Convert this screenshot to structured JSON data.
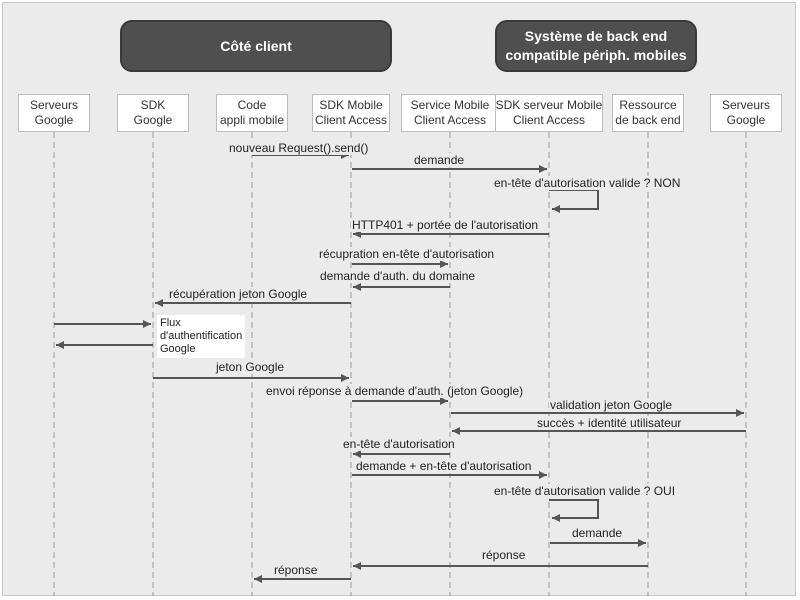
{
  "groups": {
    "client": "Côté client",
    "backend": "Système de back end\ncompatible périph. mobiles"
  },
  "actors": [
    {
      "id": "servers",
      "label": "Serveurs\nGoogle"
    },
    {
      "id": "sdk_google",
      "label": "SDK\nGoogle"
    },
    {
      "id": "app",
      "label": "Code\nappli mobile"
    },
    {
      "id": "sdk_mca",
      "label": "SDK Mobile\nClient Access"
    },
    {
      "id": "svc_mca",
      "label": "Service Mobile\nClient Access"
    },
    {
      "id": "sdk_server",
      "label": "SDK serveur Mobile\nClient Access"
    },
    {
      "id": "resource",
      "label": "Ressource\nde back end"
    },
    {
      "id": "servers2",
      "label": "Serveurs\nGoogle"
    }
  ],
  "messages": [
    {
      "label": "nouveau Request().send()"
    },
    {
      "label": "demande"
    },
    {
      "label": "en-tête d'autorisation valide ? NON"
    },
    {
      "label": "HTTP401 + portée de l'autorisation"
    },
    {
      "label": "récupration en-tête d'autorisation"
    },
    {
      "label": "demande d'auth. du domaine"
    },
    {
      "label": "récupération jeton Google"
    },
    {
      "label": "jeton Google"
    },
    {
      "label": "envoi réponse à demande d'auth. (jeton Google)"
    },
    {
      "label": "validation jeton Google"
    },
    {
      "label": "succès + identité utilisateur"
    },
    {
      "label": "en-tête d'autorisation"
    },
    {
      "label": "demande + en-tête d'autorisation"
    },
    {
      "label": "en-tête d'autorisation valide ? OUI"
    },
    {
      "label": "demande"
    },
    {
      "label": "réponse"
    },
    {
      "label": "réponse"
    }
  ],
  "note": "Flux\nd'authentification\nGoogle",
  "colors": {
    "background": "#ebebeb",
    "group_fill": "#4f4f4f",
    "line": "#555555",
    "lifeline": "#999999"
  }
}
